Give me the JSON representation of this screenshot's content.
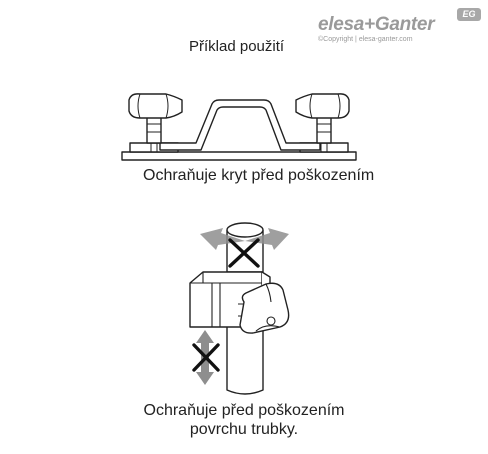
{
  "brand": {
    "name": "elesa+Ganter",
    "badge": "EG",
    "copyright": "©Copyright | elesa-ganter.com"
  },
  "captions": {
    "title": "Příklad použití",
    "example_one": "Ochraňuje kryt před poškozením",
    "example_two_line1": "Ochraňuje před poškozením",
    "example_two_line2": "povrchu trubky."
  }
}
